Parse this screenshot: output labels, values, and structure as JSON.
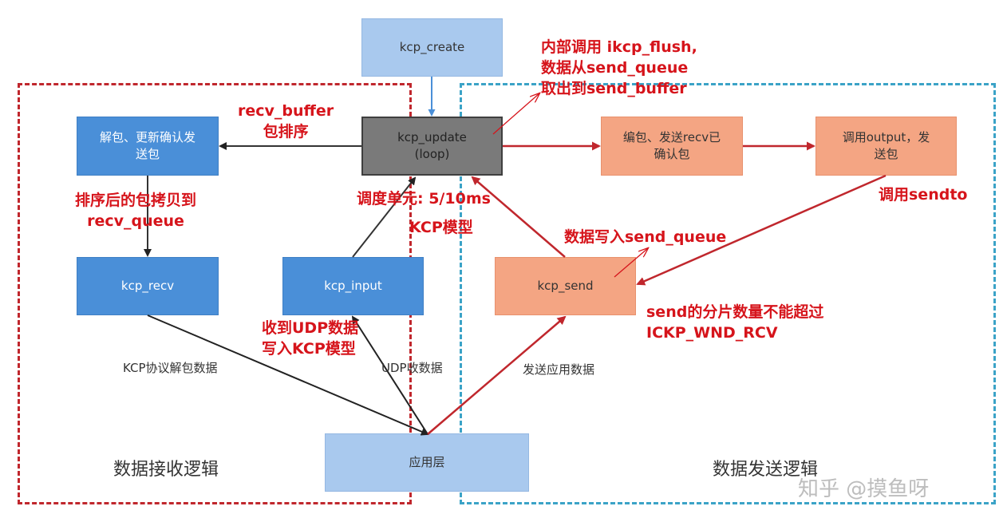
{
  "regions": {
    "receive_title": "数据接收逻辑",
    "send_title": "数据发送逻辑"
  },
  "nodes": {
    "kcp_create": "kcp_create",
    "kcp_update": "kcp_update\n(loop)",
    "unpack": "解包、更新确认发\n送包",
    "kcp_recv": "kcp_recv",
    "kcp_input": "kcp_input",
    "pack": "编包、发送recv已\n确认包",
    "output": "调用output，发\n送包",
    "kcp_send": "kcp_send",
    "app_layer": "应用层"
  },
  "annotations": {
    "flush_note": "内部调用 ikcp_flush,\n数据从send_queue\n取出到send_buffer",
    "recv_buffer_note": "recv_buffer\n包排序",
    "copy_note": "排序后的包拷贝到\nrecv_queue",
    "schedule_note": "调度单元: 5/10ms",
    "kcp_model_note": "KCP模型",
    "sendto_note": "调用sendto",
    "send_queue_note": "数据写入send_queue",
    "fragment_note": "send的分片数量不能超过\nICKP_WND_RCV",
    "udp_write_note": "收到UDP数据\n写入KCP模型",
    "kcp_unpack_label": "KCP协议解包数据",
    "udp_recv_label": "UDP收数据",
    "send_app_label": "发送应用数据"
  },
  "watermark": "知乎 @摸鱼呀",
  "colors": {
    "accent_red": "#d6141b",
    "receive_border": "#c0272d",
    "send_border": "#3ba3c7",
    "node_blue": "#4a8fd8",
    "node_light_blue": "#a9c9ee",
    "node_gray": "#7a7a7a",
    "node_salmon": "#f4a583"
  }
}
